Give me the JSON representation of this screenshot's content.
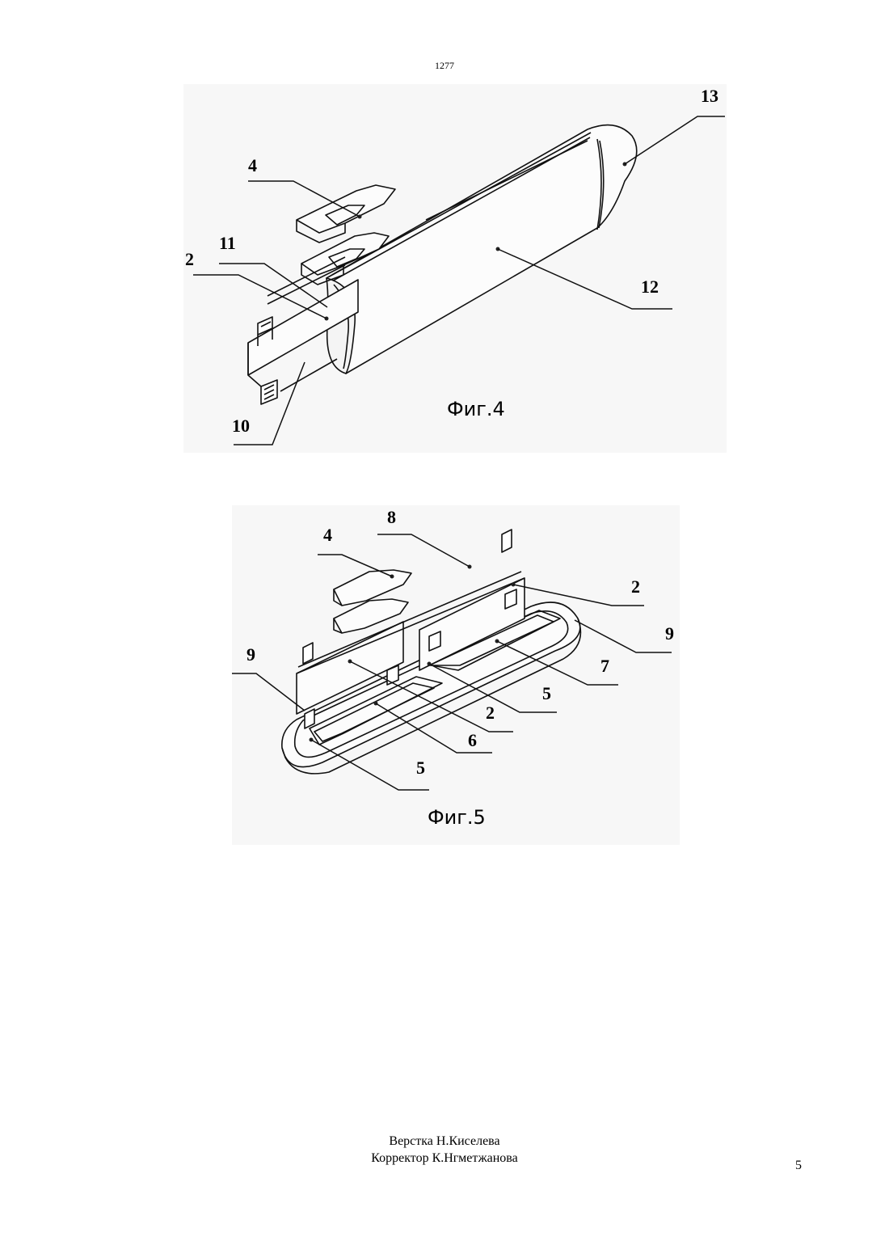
{
  "header": {
    "patent_number": "1277"
  },
  "figures": [
    {
      "caption": "Фиг.4",
      "callouts": [
        "13",
        "4",
        "11",
        "2",
        "12",
        "10"
      ]
    },
    {
      "caption": "Фиг.5",
      "callouts": [
        "8",
        "4",
        "2",
        "9",
        "9",
        "7",
        "5",
        "2",
        "6",
        "5"
      ]
    }
  ],
  "footer": {
    "layout_credit": "Верстка Н.Киселева",
    "proofreader_credit": "Корректор К.Нгметжанова",
    "page_number": "5"
  }
}
